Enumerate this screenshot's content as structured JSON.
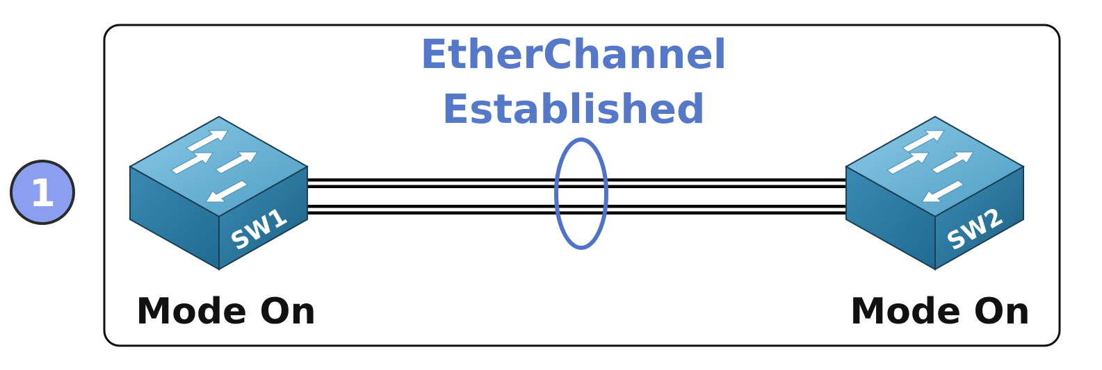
{
  "step": {
    "number": "1",
    "color": "#8b9ff0"
  },
  "title": {
    "line1": "EtherChannel",
    "line2": "Established",
    "color": "#5579c8"
  },
  "switches": [
    {
      "id": "SW1",
      "label": "SW1",
      "mode": "Mode On",
      "icon": "switch-icon"
    },
    {
      "id": "SW2",
      "label": "SW2",
      "mode": "Mode On",
      "icon": "switch-icon"
    }
  ],
  "links": {
    "count": 2,
    "bundle_indicator": "etherchannel-ellipse",
    "color": "#000000"
  }
}
